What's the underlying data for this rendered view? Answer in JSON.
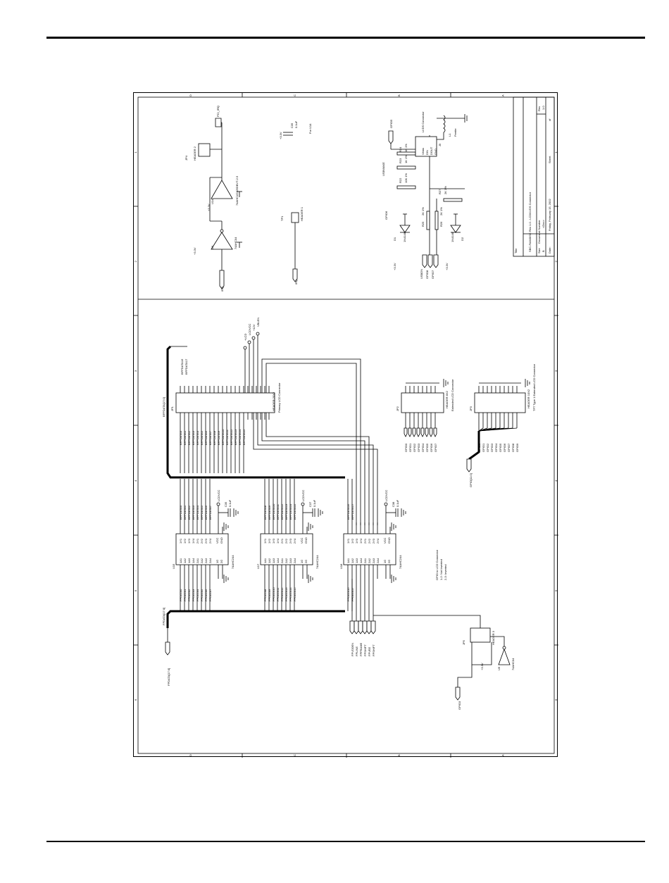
{
  "document": {
    "title_block": {
      "title_label": "Title",
      "title_value": "SBC-FA840ISC Rev 1.0 - LCD/LVDS Connector",
      "size_label": "Size",
      "size_value": "B",
      "doc_number_label": "Document Number",
      "doc_number_value": "<Doc>",
      "rev_label": "Rev",
      "rev_value": "1.0",
      "date_label": "Date:",
      "date_value": "Friday, February 15, 2002",
      "sheet_label": "Sheet",
      "sheet_of": "of"
    },
    "border_zones": {
      "rows": [
        "D",
        "C",
        "B",
        "A"
      ],
      "cols": [
        "1",
        "2",
        "3",
        "4",
        "5",
        "6"
      ]
    },
    "irq_section": {
      "input_label": "IRQ",
      "output_label": "PCI_IRQ",
      "u6_ref": "U6",
      "u6_part": "74AHC04",
      "u14_ref": "U14",
      "u14_part": "74AHC1G125DBVT-2.5",
      "jp4_ref": "JP4",
      "jp4_part": "HEADER 2",
      "supply": "+3.3V",
      "supply2": "+3.3V",
      "c_ref": "C35",
      "c_val": "0.1uF",
      "c_note": "For U14",
      "tp_ref": "TP1",
      "tp_part": "HEADER 1",
      "tp_net": "IRQ"
    },
    "lvds_section": {
      "gpio_net": "GPIO5",
      "r24": "R24",
      "r24_val": "1K 1%",
      "r23": "R23",
      "r23_val": "1K 1%",
      "r22": "R22",
      "r22_val": "10K 1%",
      "r27": "R27",
      "r27_val": "2K 1%",
      "r25": "R25",
      "r25_val": "2K 1%",
      "r26": "R26",
      "r26_val": "2K 1%",
      "d1": "D1",
      "d2": "D2",
      "diode_part": "1N4148",
      "conn_ref": "J5",
      "conn_part": "LVDS Connector",
      "pins": [
        "Vbias",
        "DIN",
        "DOUT",
        "GND"
      ],
      "l1": "L1",
      "l1_part": "Ferrite",
      "nets": [
        "USBWAKE",
        "GPIO6",
        "+3.3V",
        "USBDN",
        "GPIO8",
        "+3.3V",
        "GPIO7"
      ]
    },
    "lcd_connector": {
      "bus_label": "BFPDATA[17:0]",
      "header_ref": "JP1",
      "header_part": "HEADER 20X2",
      "caption": "Primary LCD Connector",
      "top_labels": [
        "BFPDATA16",
        "BFPDATA17"
      ],
      "pin_labels": [
        "BFPDATA0",
        "BFPDATA1",
        "BFPDATA2",
        "BFPDATA3",
        "BFPDATA4",
        "BFPDATA5",
        "BFPDATA6",
        "BFPDATA7",
        "BFPDATA8",
        "BFPDATA9",
        "BFPDATA10",
        "BFPDATA11",
        "BFPDATA12",
        "BFPDATA13",
        "BFPDATA14",
        "BFPDATA15"
      ],
      "power_nets": [
        "+LCD",
        "LCDVCC",
        "+12V",
        "VBLEN"
      ]
    },
    "buffers": [
      {
        "ref": "U15",
        "part": "74AHC244",
        "vcc": "LCDVCC",
        "cap_ref": "C35",
        "cap_val": "0.1uF",
        "inputs": [
          "FPDATA0",
          "FPDATA1",
          "FPDATA2",
          "FPDATA3",
          "FPDATA4",
          "FPDATA5",
          "FPDATA6",
          "FPDATA7"
        ],
        "outputs": [
          "BFPDATA0",
          "BFPDATA1",
          "BFPDATA2",
          "BFPDATA3",
          "BFPDATA4",
          "BFPDATA5",
          "BFPDATA6",
          "BFPDATA7"
        ],
        "a_pins": [
          "1A1",
          "1A2",
          "1A3",
          "1A4",
          "2A1",
          "2A2",
          "2A3",
          "2A4"
        ],
        "y_pins": [
          "1Y1",
          "1Y2",
          "1Y3",
          "1Y4",
          "2Y1",
          "2Y2",
          "2Y3",
          "2Y4"
        ]
      },
      {
        "ref": "U17",
        "part": "74AHC244",
        "vcc": "LCDVCC",
        "cap_ref": "C37",
        "cap_val": "0.1uF",
        "inputs": [
          "FPDATA8",
          "FPDATA9",
          "FPDATA10",
          "FPDATA11",
          "FPDATA12",
          "FPDATA13",
          "FPDATA14",
          "FPDATA15"
        ],
        "outputs": [
          "BFPDATA8",
          "BFPDATA9",
          "BFPDATA10",
          "BFPDATA11",
          "BFPDATA12",
          "BFPDATA13",
          "BFPDATA14",
          "BFPDATA15"
        ],
        "a_pins": [
          "1A1",
          "1A2",
          "1A3",
          "1A4",
          "2A1",
          "2A2",
          "2A3",
          "2A4"
        ],
        "y_pins": [
          "1Y1",
          "1Y2",
          "1Y3",
          "1Y4",
          "2Y1",
          "2Y2",
          "2Y3",
          "2Y4"
        ]
      },
      {
        "ref": "U18",
        "part": "74AHC244",
        "vcc": "LCDVCC",
        "cap_ref": "C38",
        "cap_val": "0.1uF",
        "inputs": [
          "FPDATA16",
          "FPDATA17"
        ],
        "outputs": [
          "BFPDATA16",
          "BFPDATA17"
        ],
        "a_pins": [
          "1A1",
          "1A2",
          "1A3",
          "1A4",
          "2A1",
          "2A2",
          "2A3",
          "2A4"
        ],
        "y_pins": [
          "1Y1",
          "1Y2",
          "1Y3",
          "1Y4",
          "2Y1",
          "2Y2",
          "2Y3",
          "2Y4"
        ]
      }
    ],
    "control_nets": [
      "FPVDDEN",
      "FPLINE",
      "FPFRAME",
      "FPSHIFT",
      "FPVEE",
      "FPSHIFT"
    ],
    "fpdata_bus": "FPDATA[17:0]",
    "fpdata_port": "FPDATA[17:0]",
    "ext_headers": [
      {
        "ref": "JP2",
        "part": "HEADER 8X2",
        "caption": "Extended LCD Connector",
        "nets": [
          "GPIO0",
          "GPIO1",
          "GPIO2",
          "GPIO3",
          "GPIO4",
          "GPIO5",
          "GPIO6",
          "GPIO7"
        ]
      },
      {
        "ref": "JP3",
        "part": "HEADER 10X2",
        "caption": "TFT Type 1 Extended LCD Connector",
        "nets": [
          "GPIO0",
          "GPIO1",
          "GPIO2",
          "GPIO3",
          "GPIO4",
          "GPIO5",
          "GPIO6",
          "GPIO7",
          "GPIO8",
          "GPIO9"
        ],
        "port": "GPIO[11:0]"
      }
    ],
    "gpio_select": {
      "note_lines": [
        "GPIO to LCD Connector",
        "1-2: Not Inverted",
        "2-3: Inverted"
      ],
      "jp_ref": "JP5",
      "jp_part": "HEADER 3",
      "inv_ref": "U6",
      "inv_part": "74AHC04",
      "supply": "+3.3V",
      "net": "GPIO3"
    }
  }
}
